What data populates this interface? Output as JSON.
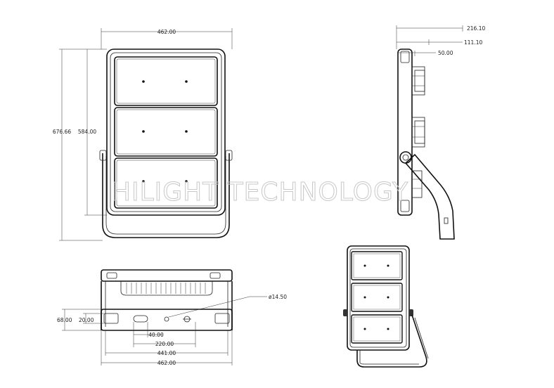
{
  "watermark": "HILIGHT TECHNOLOGY",
  "front_view": {
    "dim_width": "462.00",
    "dim_total_height": "676.66",
    "dim_module_height": "584.00"
  },
  "side_view": {
    "dim_depth_total": "216.10",
    "dim_depth_body": "111.10",
    "dim_depth_frame": "50.00"
  },
  "bottom_view": {
    "dim_hole": "ø14.50",
    "dim_height_total": "68.00",
    "dim_height_slot": "20.00",
    "dim_slot": "40.00",
    "dim_slot_span": "220.00",
    "dim_inner_width": "441.00",
    "dim_outer_width": "462.00"
  }
}
